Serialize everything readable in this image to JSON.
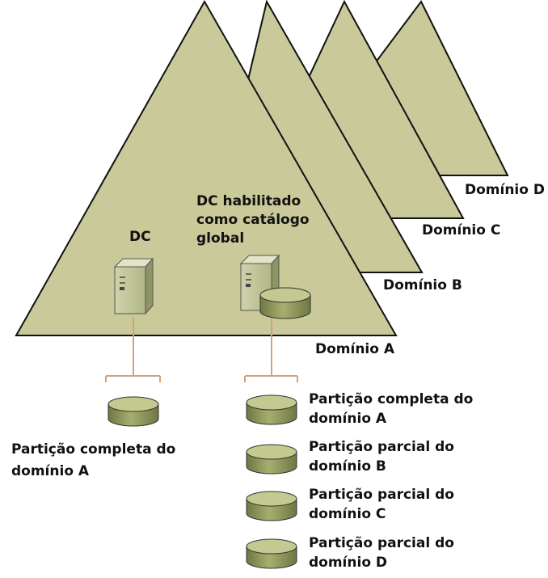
{
  "domains": [
    {
      "label": "Domínio A"
    },
    {
      "label": "Domínio B"
    },
    {
      "label": "Domínio C"
    },
    {
      "label": "Domínio D"
    }
  ],
  "servers": {
    "dc": {
      "label": "DC"
    },
    "gc": {
      "label_lines": [
        "DC habilitado",
        "como catálogo",
        "global"
      ]
    }
  },
  "partitions": {
    "dc": [
      {
        "lines": [
          "Partição completa do",
          "domínio A"
        ]
      }
    ],
    "gc": [
      {
        "lines": [
          "Partição completa do",
          "domínio A"
        ]
      },
      {
        "lines": [
          "Partição parcial do",
          "domínio B"
        ]
      },
      {
        "lines": [
          "Partição parcial do",
          "domínio C"
        ]
      },
      {
        "lines": [
          "Partição parcial do",
          "domínio D"
        ]
      }
    ]
  },
  "colors": {
    "triangle_fill": "#c9c99a",
    "triangle_stroke": "#111111",
    "connector": "#d4a27a",
    "disk_top": "#c3c98f",
    "disk_side": "#8d955a"
  }
}
